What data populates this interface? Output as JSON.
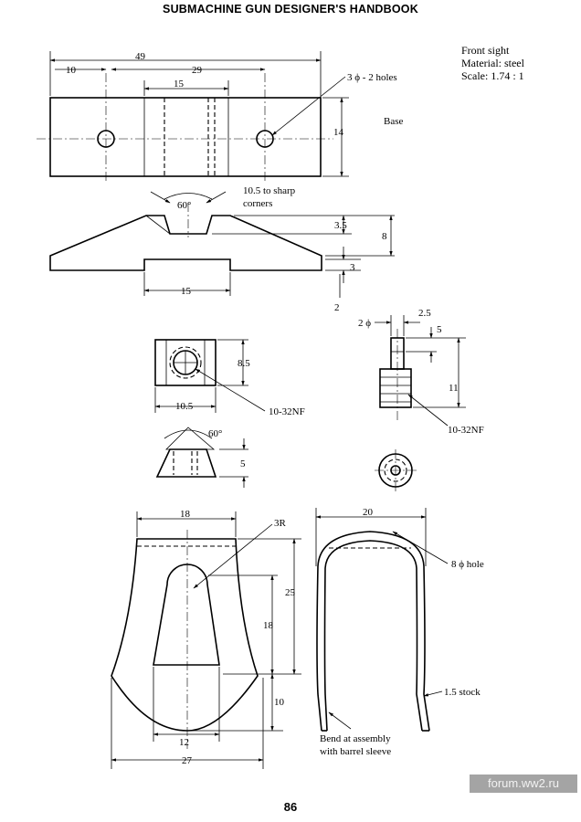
{
  "page": {
    "header": "SUBMACHINE GUN DESIGNER'S HANDBOOK",
    "page_number": "86",
    "watermark": "forum.ww2.ru"
  },
  "info": {
    "line1": "Front sight",
    "line2": "Material:  steel",
    "line3": "Scale: 1.74 : 1"
  },
  "base_view": {
    "label": "Base",
    "dim_overall": "49",
    "dim_left": "10",
    "dim_holes": "29",
    "dim_slot": "15",
    "dim_height": "14",
    "holes_note": "3 ϕ - 2 holes"
  },
  "base_profile": {
    "angle": "60°",
    "corner_note_1": "10.5 to sharp",
    "corner_note_2": "corners",
    "dim_notch": "3.5",
    "dim_total": "8",
    "dim_step": "3",
    "dim_bottom": "2",
    "dim_width": "15"
  },
  "post": {
    "dim_diameter": "2 ϕ",
    "dim_offset": "2.5",
    "dim_tip": "5",
    "dim_height": "11",
    "thread": "10-32NF"
  },
  "block": {
    "dim_height": "8.5",
    "dim_width": "10.5",
    "thread": "10-32NF"
  },
  "blade": {
    "angle": "60°",
    "dim_height": "5"
  },
  "guard": {
    "dim_top": "18",
    "radius": "3R",
    "dim_25": "25",
    "dim_18": "18",
    "dim_10": "10",
    "dim_12": "12",
    "dim_27": "27",
    "dim_width": "20",
    "hole_note": "8 ϕ hole",
    "stock_note": "1.5 stock",
    "bend_note_1": "Bend at assembly",
    "bend_note_2": "with barrel sleeve"
  }
}
